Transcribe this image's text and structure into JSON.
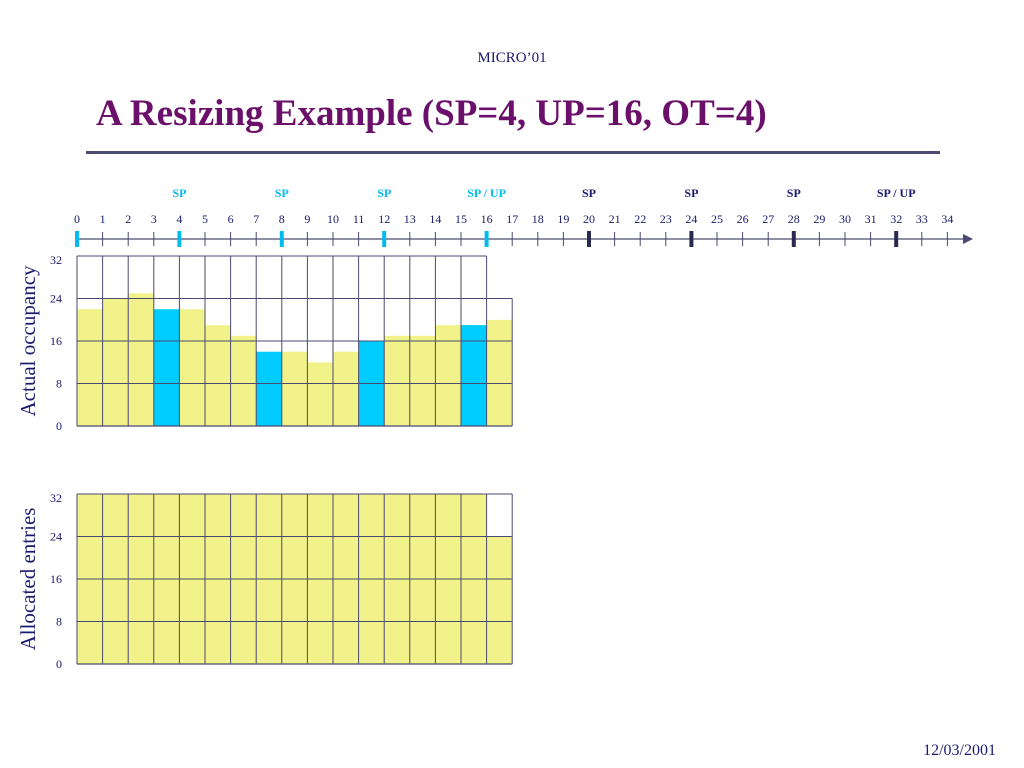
{
  "header": {
    "conference": "MICRO’01"
  },
  "slide": {
    "title": "A Resizing Example (SP=4, UP=16, OT=4)"
  },
  "footer": {
    "date": "12/03/2001"
  },
  "colors": {
    "bar_fill": "#f2f28a",
    "highlight_fill": "#00ccff",
    "grid": "#4a4a72",
    "text": "#1a1a6e",
    "title": "#6a0f6a",
    "event_active": "#00bbee",
    "event_future": "#2a2a50"
  },
  "chart_data": {
    "type": "bar",
    "timeline": {
      "ticks": [
        "0",
        "1",
        "2",
        "3",
        "4",
        "5",
        "6",
        "7",
        "8",
        "9",
        "10",
        "11",
        "12",
        "13",
        "14",
        "15",
        "16",
        "17",
        "18",
        "19",
        "20",
        "21",
        "22",
        "23",
        "24",
        "25",
        "26",
        "27",
        "28",
        "29",
        "30",
        "31",
        "32",
        "33",
        "34"
      ],
      "events": [
        {
          "at": 4,
          "label": "SP",
          "active": true
        },
        {
          "at": 8,
          "label": "SP",
          "active": true
        },
        {
          "at": 12,
          "label": "SP",
          "active": true
        },
        {
          "at": 16,
          "label": "SP / UP",
          "active": true
        },
        {
          "at": 20,
          "label": "SP",
          "active": false
        },
        {
          "at": 24,
          "label": "SP",
          "active": false
        },
        {
          "at": 28,
          "label": "SP",
          "active": false
        },
        {
          "at": 32,
          "label": "SP / UP",
          "active": false
        }
      ],
      "active_markers": [
        0,
        4,
        8,
        12,
        16
      ]
    },
    "panels": [
      {
        "ylabel": "Actual occupancy",
        "ylim": [
          0,
          32
        ],
        "yticks": [
          "0",
          "8",
          "16",
          "24",
          "32"
        ],
        "capacity": [
          32,
          32,
          32,
          32,
          32,
          32,
          32,
          32,
          32,
          32,
          32,
          32,
          32,
          32,
          32,
          32,
          24
        ],
        "values": [
          22,
          24,
          25,
          22,
          22,
          19,
          17,
          14,
          14,
          12,
          14,
          16,
          17,
          17,
          19,
          19,
          20
        ],
        "highlight": [
          3,
          7,
          11,
          15
        ]
      },
      {
        "ylabel": "Allocated entries",
        "ylim": [
          0,
          32
        ],
        "yticks": [
          "0",
          "8",
          "16",
          "24",
          "32"
        ],
        "capacity": [
          32,
          32,
          32,
          32,
          32,
          32,
          32,
          32,
          32,
          32,
          32,
          32,
          32,
          32,
          32,
          32,
          32
        ],
        "values": [
          32,
          32,
          32,
          32,
          32,
          32,
          32,
          32,
          32,
          32,
          32,
          32,
          32,
          32,
          32,
          32,
          24
        ],
        "highlight": []
      }
    ]
  }
}
